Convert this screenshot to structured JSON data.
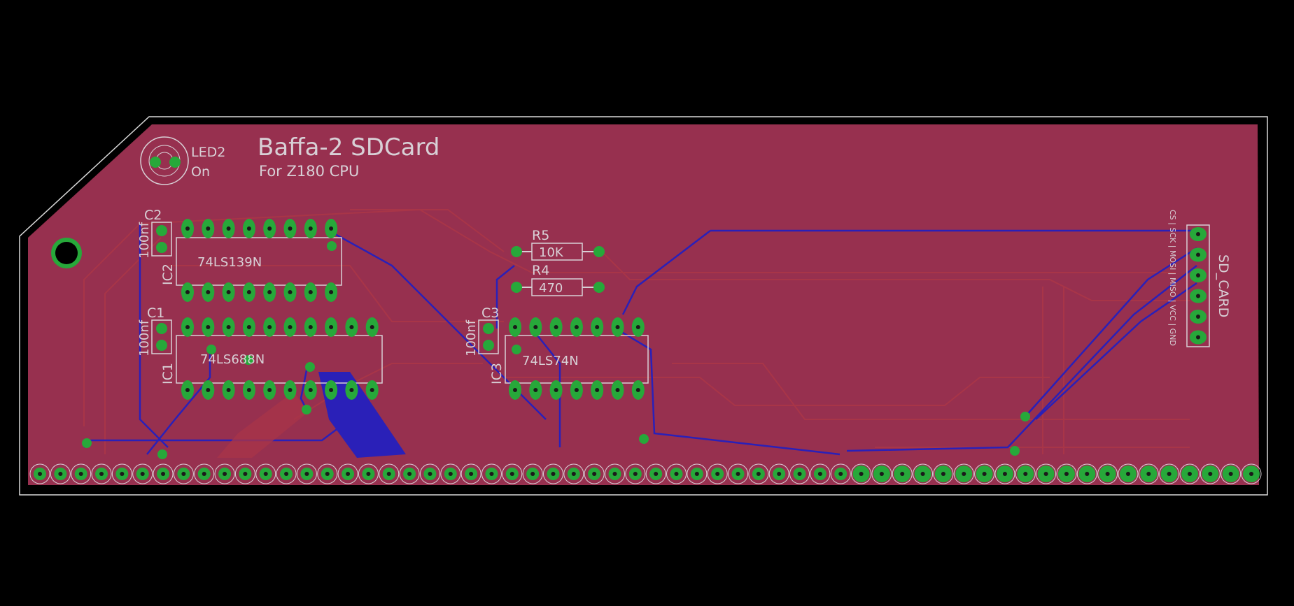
{
  "board": {
    "title": "Baffa-2 SDCard",
    "subtitle": "For Z180 CPU"
  },
  "colors": {
    "background": "#000000",
    "board": "#97304f",
    "outline": "#d9d9d9",
    "pad": "#27a83a",
    "top_trace": "#a83548",
    "bottom_trace": "#2a20b8",
    "silk": "#d8d0d6"
  },
  "led": {
    "ref": "LED2",
    "value": "On"
  },
  "capacitors": [
    {
      "ref": "C2",
      "value": "100nf"
    },
    {
      "ref": "C1",
      "value": "100nf"
    },
    {
      "ref": "C3",
      "value": "100nf"
    }
  ],
  "ics": [
    {
      "ref": "IC2",
      "value": "74LS139N"
    },
    {
      "ref": "IC1",
      "value": "74LS688N"
    },
    {
      "ref": "IC3",
      "value": "74LS74N"
    }
  ],
  "resistors": [
    {
      "ref": "R5",
      "value": "10K"
    },
    {
      "ref": "R4",
      "value": "470"
    }
  ],
  "sd_card": {
    "ref": "SD_CARD",
    "pins": "CS | SCK | MOSI | MISO | VCC | GND"
  }
}
